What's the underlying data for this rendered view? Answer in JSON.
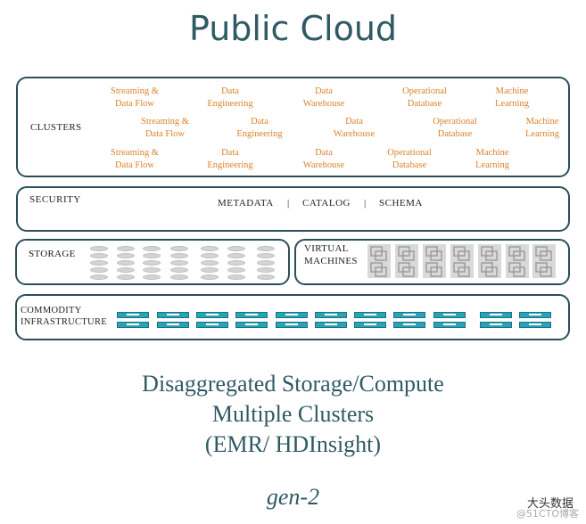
{
  "title": "Public Cloud",
  "clusters": {
    "label": "CLUSTERS",
    "rows": [
      [
        "Streaming &\nData Flow",
        "Data\nEngineering",
        "Data\nWarehouse",
        "Operational\nDatabase",
        "Machine\nLearning"
      ],
      [
        "Streaming &\nData Flow",
        "Data\nEngineering",
        "Data\nWarehouse",
        "Operational\nDatabase",
        "Machine\nLearning"
      ],
      [
        "Streaming &\nData Flow",
        "Data\nEngineering",
        "Data\nWarehouse",
        "Operational\nDatabase",
        "Machine\nLearning"
      ]
    ]
  },
  "security": {
    "label": "SECURITY",
    "items": [
      "METADATA",
      "|",
      "CATALOG",
      "|",
      "SCHEMA"
    ]
  },
  "storage": {
    "label": "STORAGE"
  },
  "virtual_machines": {
    "label": "VIRTUAL\nMACHINES"
  },
  "commodity": {
    "label": "COMMODITY\nINFRASTRUCTURE"
  },
  "caption": {
    "line1": "Disaggregated Storage/Compute",
    "line2": "Multiple Clusters",
    "line3": "(EMR/ HDInsight)"
  },
  "generation": "gen-2",
  "watermark": {
    "brand": "大头数据",
    "site": "@51CTO博客"
  },
  "colors": {
    "title": "#2f5a64",
    "cluster_text": "#d9822b",
    "panel_border": "#2c4f57",
    "server": "#2aa3b8"
  }
}
